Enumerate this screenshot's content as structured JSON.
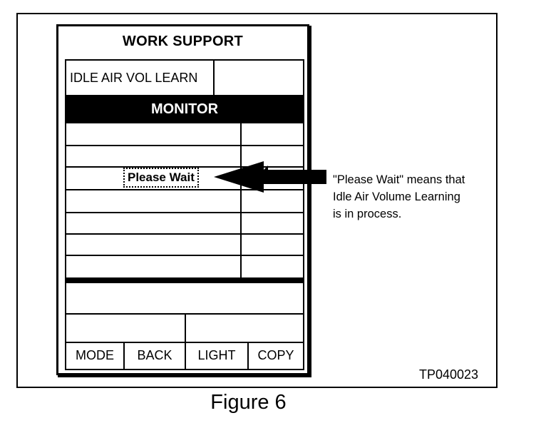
{
  "device": {
    "title": "WORK SUPPORT",
    "idle_label": "IDLE AIR VOL LEARN",
    "monitor_label": "MONITOR",
    "status_text": "Please Wait",
    "buttons": [
      "MODE",
      "BACK",
      "LIGHT",
      "COPY"
    ]
  },
  "annotation": {
    "line1": "\"Please Wait\" means that",
    "line2": "Idle Air Volume Learning",
    "line3": "is in process."
  },
  "figure": {
    "code": "TP040023",
    "caption": "Figure 6"
  }
}
